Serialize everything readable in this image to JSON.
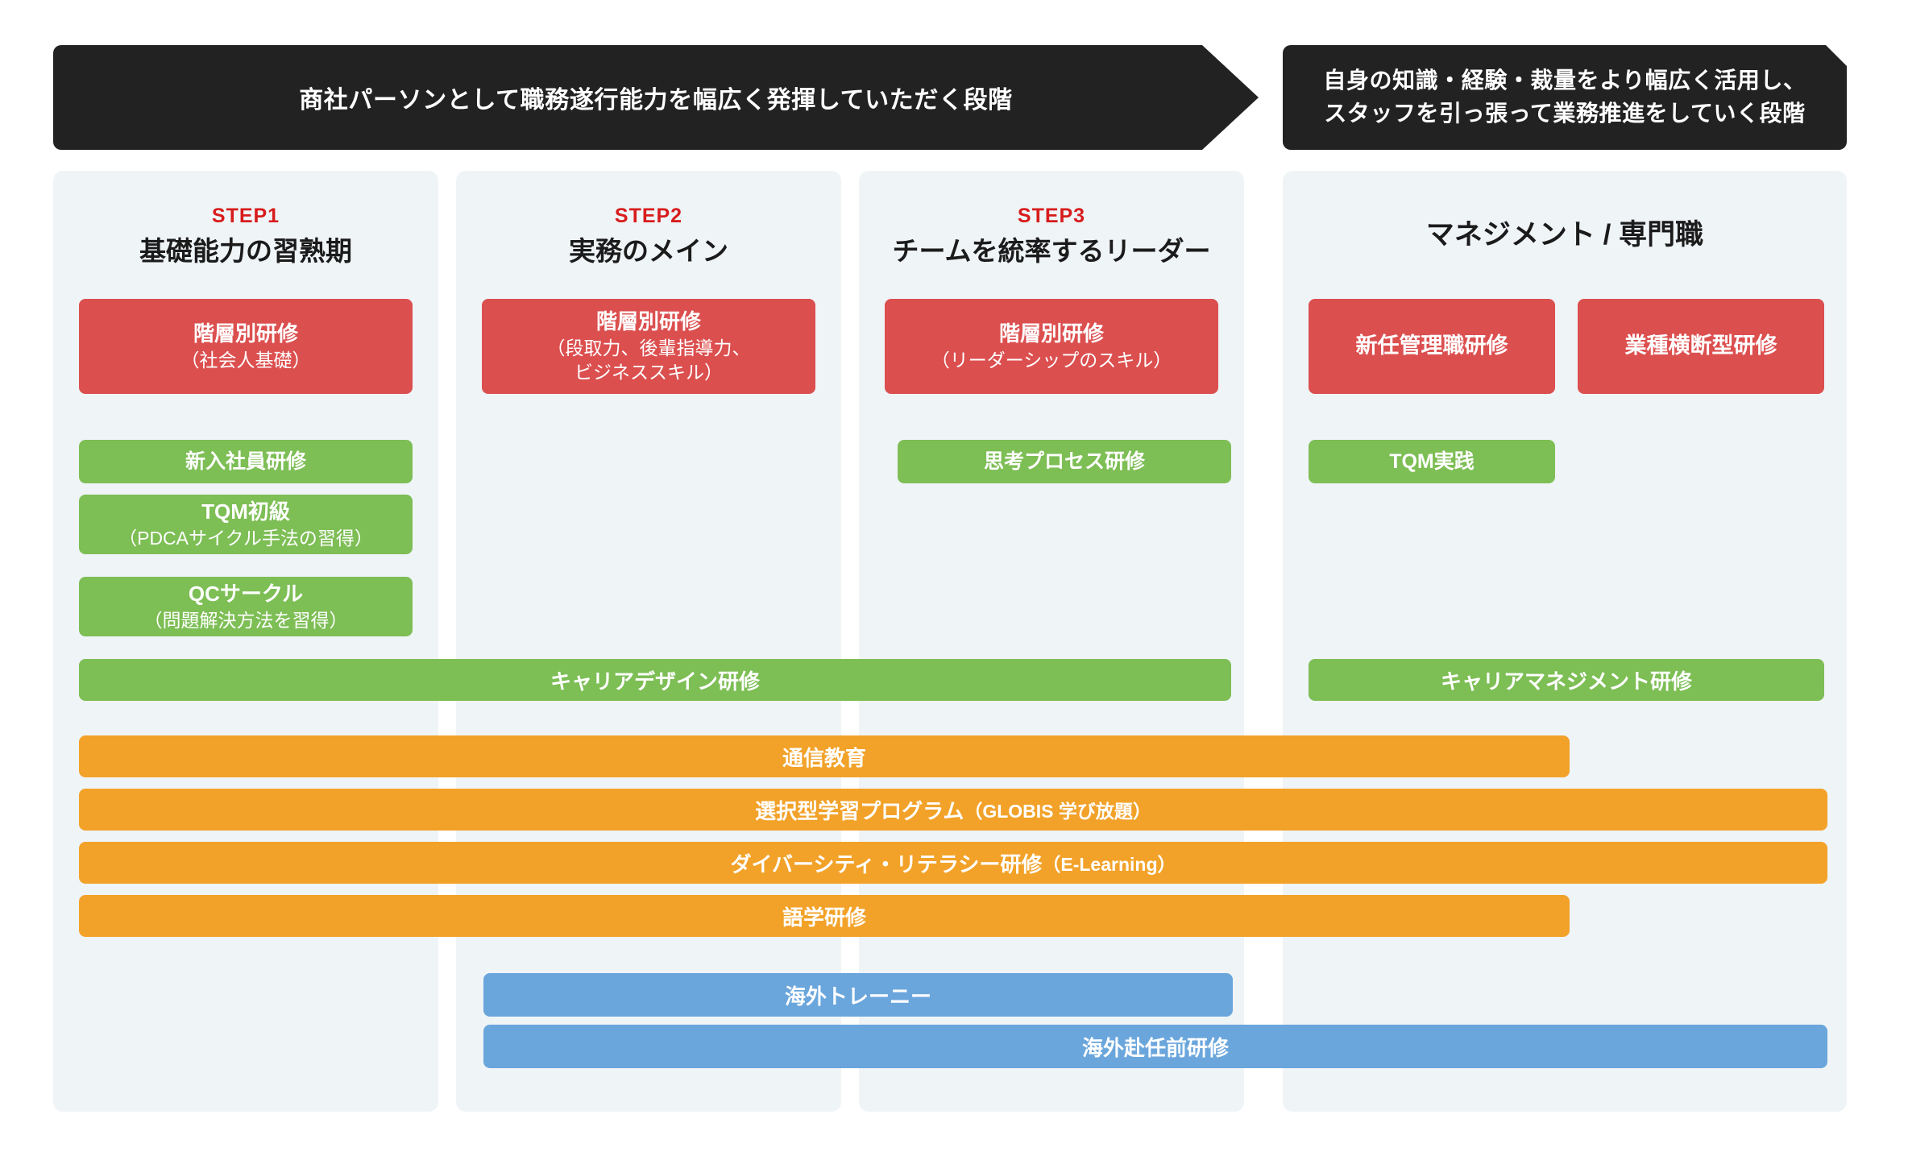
{
  "banners": {
    "left": "商社パーソンとして職務遂行能力を幅広く発揮していただく段階",
    "right_line1": "自身の知識・経験・裁量をより幅広く活用し、",
    "right_line2": "スタッフを引っ張って業務推進をしていく段階"
  },
  "columns": [
    {
      "step": "STEP1",
      "title": "基礎能力の習熟期"
    },
    {
      "step": "STEP2",
      "title": "実務のメイン"
    },
    {
      "step": "STEP3",
      "title": "チームを統率するリーダー"
    },
    {
      "step": "",
      "title": "マネジメント / 専門職"
    }
  ],
  "tier_boxes": [
    {
      "name": "階層別研修",
      "note": "（社会人基礎）",
      "note2": ""
    },
    {
      "name": "階層別研修",
      "note": "（段取力、後輩指導力、",
      "note2": "ビジネススキル）"
    },
    {
      "name": "階層別研修",
      "note": "（リーダーシップのスキル）",
      "note2": ""
    },
    {
      "name": "新任管理職研修",
      "note": "",
      "note2": ""
    },
    {
      "name": "業種横断型研修",
      "note": "",
      "note2": ""
    }
  ],
  "green_boxes": [
    {
      "name": "新入社員研修",
      "note": ""
    },
    {
      "name": "TQM初級",
      "note": "（PDCAサイクル手法の習得）"
    },
    {
      "name": "QCサークル",
      "note": "（問題解決方法を習得）"
    },
    {
      "name": "思考プロセス研修",
      "note": ""
    },
    {
      "name": "TQM実践",
      "note": ""
    }
  ],
  "career_bars": [
    {
      "label": "キャリアデザイン研修"
    },
    {
      "label": "キャリアマネジメント研修"
    }
  ],
  "orange_bars": [
    {
      "label": "通信教育",
      "sub": ""
    },
    {
      "label": "選択型学習プログラム",
      "sub": "（GLOBIS 学び放題）"
    },
    {
      "label": "ダイバーシティ・リテラシー研修",
      "sub": "（E-Learning）"
    },
    {
      "label": "語学研修",
      "sub": ""
    }
  ],
  "blue_bars": [
    {
      "label": "海外トレーニー"
    },
    {
      "label": "海外赴任前研修"
    }
  ],
  "colors": {
    "banner": "#222222",
    "panel": "#eff4f7",
    "step_accent": "#d81c1c",
    "red": "#dc4f4f",
    "green": "#7dbe55",
    "orange": "#f2a229",
    "blue": "#6aa6dc",
    "page": "#ffffff"
  }
}
